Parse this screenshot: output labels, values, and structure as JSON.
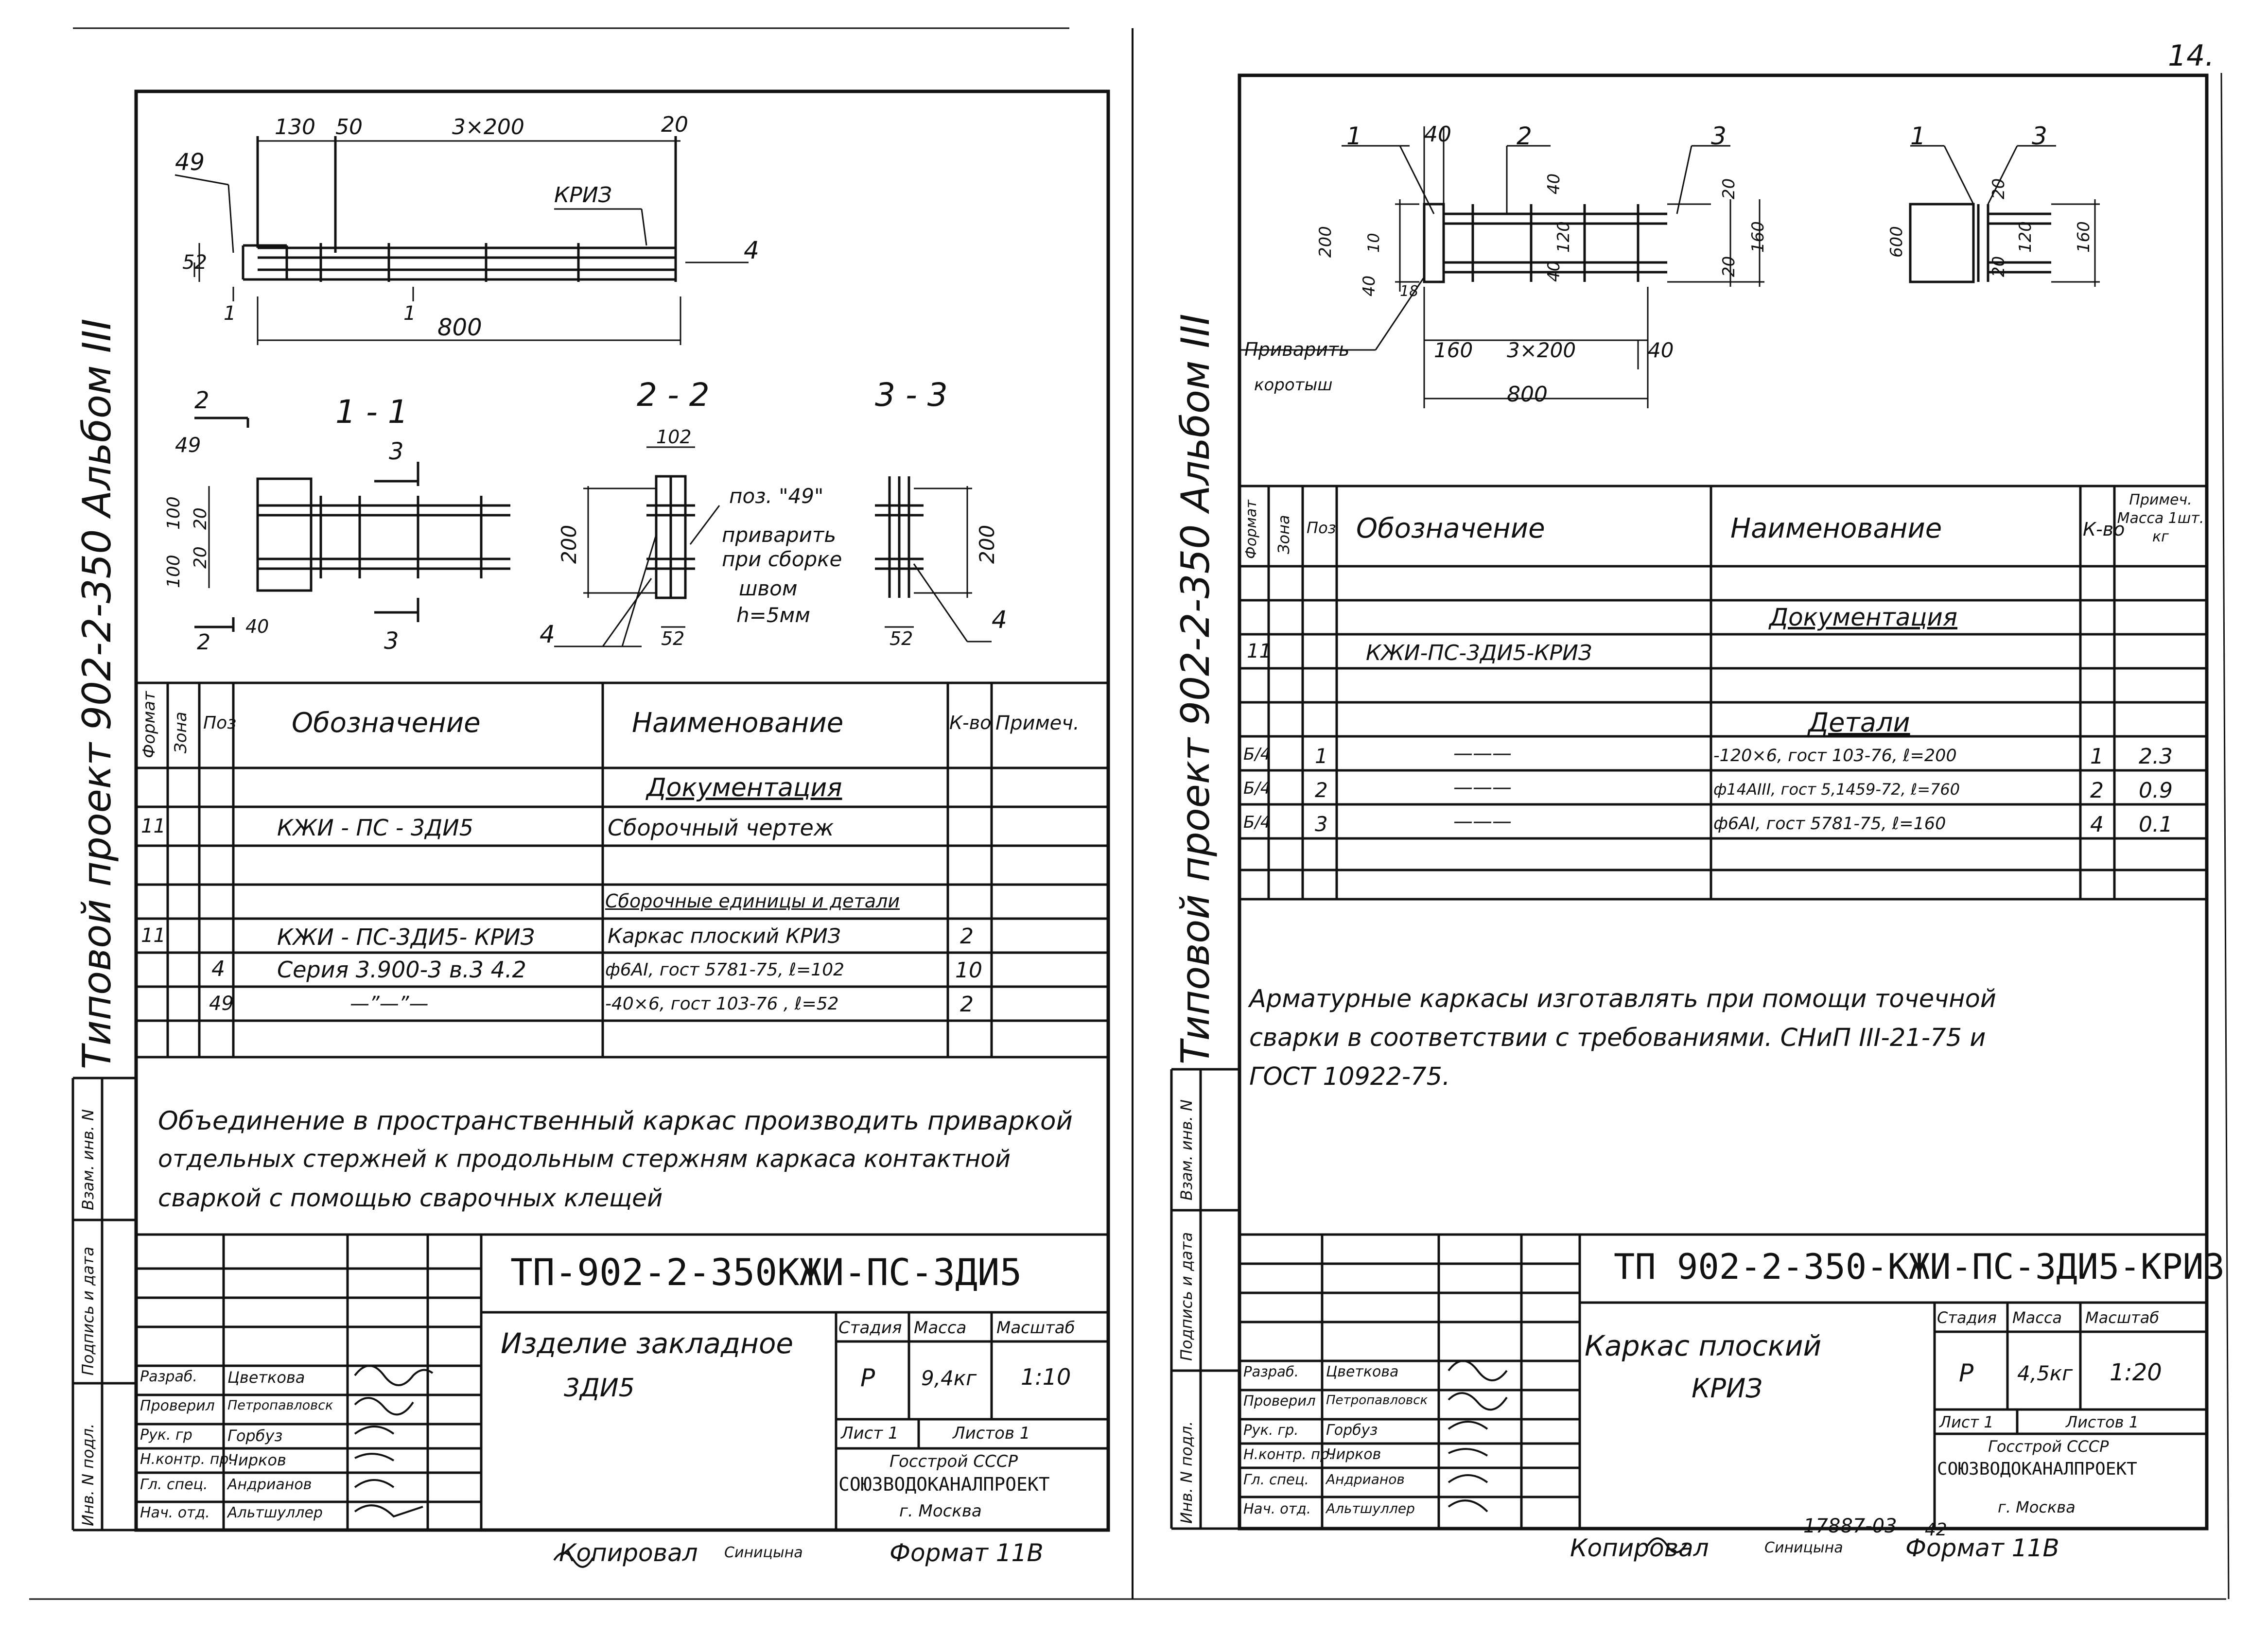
{
  "page_number": "14.",
  "left": {
    "album_vertical": "Типовой проект 902-2-350 Альбом III",
    "drawing1": {
      "labels": {
        "pos49": "49",
        "d130": "130",
        "d50": "50",
        "d3x200": "3×200",
        "d20": "20",
        "kriz": "КРИЗ",
        "pos4": "4",
        "d52": "52",
        "d800": "800",
        "cut11a": "1",
        "cut11b": "1"
      }
    },
    "sections": {
      "s11": {
        "title": "1 - 1",
        "l2": "2",
        "l49": "49",
        "l3a": "3",
        "d100a": "100",
        "d20a": "20",
        "d100b": "100",
        "d20b": "20",
        "d40": "40",
        "l2b": "2",
        "l3b": "3"
      },
      "s22": {
        "title": "2 - 2",
        "d102": "102",
        "d200": "200",
        "d52": "52",
        "l4": "4",
        "note_l1": "поз. \"49\"",
        "note_l2": "приварить",
        "note_l3": "при сборке",
        "note_l4": "швом",
        "note_l5": "h=5мм"
      },
      "s33": {
        "title": "3 - 3",
        "d200": "200",
        "d52": "52",
        "l4": "4"
      }
    },
    "spec": {
      "headers": {
        "format": "Формат",
        "zone": "Зона",
        "pos": "Поз",
        "designation": "Обозначение",
        "name": "Наименование",
        "qty": "К-во",
        "note": "Примеч."
      },
      "rows": [
        {
          "format": "",
          "zone": "",
          "pos": "",
          "designation": "",
          "name": "Документация",
          "qty": "",
          "note": ""
        },
        {
          "format": "11",
          "zone": "",
          "pos": "",
          "designation": "КЖИ - ПС - 3ДИ5",
          "name": "Сборочный чертеж",
          "qty": "",
          "note": ""
        },
        {
          "format": "",
          "zone": "",
          "pos": "",
          "designation": "",
          "name": "",
          "qty": "",
          "note": ""
        },
        {
          "format": "",
          "zone": "",
          "pos": "",
          "designation": "",
          "name": "Сборочные единицы и детали",
          "qty": "",
          "note": ""
        },
        {
          "format": "11",
          "zone": "",
          "pos": "",
          "designation": "КЖИ - ПС-3ДИ5- КРИЗ",
          "name": "Каркас плоский КРИЗ",
          "qty": "2",
          "note": ""
        },
        {
          "format": "",
          "zone": "",
          "pos": "4",
          "designation": "Серия 3.900-3 в.3 4.2",
          "name": "ф6AI, гост 5781-75, ℓ=102",
          "qty": "10",
          "note": ""
        },
        {
          "format": "",
          "zone": "",
          "pos": "49",
          "designation": "—”—”—",
          "name": "-40×6, гост 103-76 , ℓ=52",
          "qty": "2",
          "note": ""
        },
        {
          "format": "",
          "zone": "",
          "pos": "",
          "designation": "",
          "name": "",
          "qty": "",
          "note": ""
        }
      ]
    },
    "note_text": [
      "Объединение в пространственный каркас производить приваркой",
      "отдельных стержней к продольным стержням каркаса контактной",
      "сваркой с помощью сварочных клещей"
    ],
    "stamp": {
      "code": "ТП-902-2-350КЖИ-ПС-3ДИ5",
      "title_l1": "Изделие закладное",
      "title_l2": "3ДИ5",
      "stage_h": "Стадия",
      "mass_h": "Масса",
      "scale_h": "Масштаб",
      "stage": "Р",
      "mass": "9,4кг",
      "scale": "1:10",
      "sheet": "Лист 1",
      "sheets": "Листов 1",
      "org1": "Госстрой СССР",
      "org2": "СОЮЗВОДОКАНАЛПРОЕКТ",
      "org3": "г. Москва",
      "roles": [
        "Разраб.",
        "Проверил",
        "Рук. гр",
        "Н.контр. пр.",
        "Гл. спец.",
        "Нач. отд."
      ],
      "names": [
        "Цветкова",
        "Петропавловск",
        "Горбуз",
        "Чирков",
        "Андрианов",
        "Альтшуллер"
      ]
    },
    "side_boxes": [
      "Взам. инв. N",
      "Подпись и дата",
      "Инв. N подл."
    ],
    "footer": {
      "copied": "Копировал",
      "copier": "Синицына",
      "format": "Формат 11В"
    }
  },
  "right": {
    "album_vertical": "Типовой проект 902-2-350 Альбом III",
    "drawing": {
      "labels": {
        "p1": "1",
        "p40": "40",
        "p2": "2",
        "p3": "3",
        "d200": "200",
        "d40a": "40",
        "d40b": "40",
        "d120": "120",
        "d160": "160",
        "d20a": "20",
        "d20b": "20",
        "d10": "10",
        "d40c": "40",
        "d18": "18",
        "d160b": "160",
        "d3x200": "3×200",
        "d40d": "40",
        "d800": "800",
        "weld1": "Приварить",
        "weld2": "коротыш",
        "s_p1": "1",
        "s_p3": "3",
        "s_d600": "600",
        "s_d120": "120",
        "s_d160": "160",
        "s_d20a": "20",
        "s_d20b": "20"
      }
    },
    "spec": {
      "headers": {
        "format": "Формат",
        "zone": "Зона",
        "pos": "Поз",
        "designation": "Обозначение",
        "name": "Наименование",
        "qty": "К-во",
        "note": "Примеч. Масса 1шт. кг"
      },
      "rows": [
        {
          "format": "",
          "zone": "",
          "pos": "",
          "designation": "",
          "name": "",
          "qty": "",
          "note": ""
        },
        {
          "format": "",
          "zone": "",
          "pos": "",
          "designation": "",
          "name": "Документация",
          "qty": "",
          "note": ""
        },
        {
          "format": "11",
          "zone": "",
          "pos": "",
          "designation": "КЖИ-ПС-3ДИ5-КРИЗ",
          "name": "",
          "qty": "",
          "note": ""
        },
        {
          "format": "",
          "zone": "",
          "pos": "",
          "designation": "",
          "name": "",
          "qty": "",
          "note": ""
        },
        {
          "format": "",
          "zone": "",
          "pos": "",
          "designation": "",
          "name": "Детали",
          "qty": "",
          "note": ""
        },
        {
          "format": "Б/4",
          "zone": "",
          "pos": "1",
          "designation": "———",
          "name": "-120×6, гост 103-76, ℓ=200",
          "qty": "1",
          "note": "2.3"
        },
        {
          "format": "Б/4",
          "zone": "",
          "pos": "2",
          "designation": "———",
          "name": "ф14АIII, гост 5,1459-72, ℓ=760",
          "qty": "2",
          "note": "0.9"
        },
        {
          "format": "Б/4",
          "zone": "",
          "pos": "3",
          "designation": "———",
          "name": "ф6AI, гост 5781-75, ℓ=160",
          "qty": "4",
          "note": "0.1"
        },
        {
          "format": "",
          "zone": "",
          "pos": "",
          "designation": "",
          "name": "",
          "qty": "",
          "note": ""
        }
      ]
    },
    "note_text": [
      "Арматурные каркасы изготавлять при помощи точечной",
      "сварки в соответствии с требованиями. СНиП III-21-75 и",
      "ГОСТ 10922-75."
    ],
    "stamp": {
      "code": "ТП 902-2-350-КЖИ-ПС-3ДИ5-КРИЗ",
      "title_l1": "Каркас плоский",
      "title_l2": "КРИЗ",
      "stage_h": "Стадия",
      "mass_h": "Масса",
      "scale_h": "Масштаб",
      "stage": "Р",
      "mass": "4,5кг",
      "scale": "1:20",
      "sheet": "Лист 1",
      "sheets": "Листов 1",
      "org1": "Госстрой СССР",
      "org2": "СОЮЗВОДОКАНАЛПРОЕКТ",
      "org3": "г. Москва",
      "roles": [
        "Разраб.",
        "Проверил",
        "Рук. гр.",
        "Н.контр. пр.",
        "Гл. спец.",
        "Нач. отд."
      ],
      "names": [
        "Цветкова",
        "Петропавловск",
        "Горбуз",
        "Чирков",
        "Андрианов",
        "Альтшуллер"
      ]
    },
    "side_boxes": [
      "Взам. инв. N",
      "Подпись и дата",
      "Инв. N подл."
    ],
    "footer": {
      "copied": "Копировал",
      "copier": "Синицына",
      "order": "17887-03",
      "num": "42",
      "format": "Формат 11В"
    }
  }
}
